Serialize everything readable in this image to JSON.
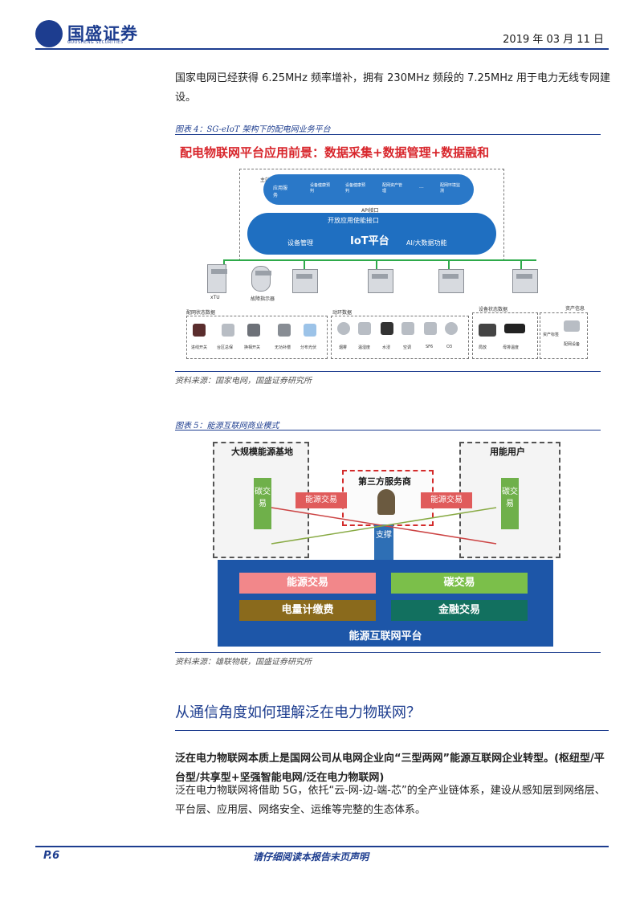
{
  "header": {
    "logo_text": "国盛证券",
    "logo_en": "GUOSHENG SECURITIES",
    "date": "2019 年 03 月 11 日"
  },
  "intro_paragraph": "国家电网已经获得 6.25MHz 频率增补，拥有 230MHz 频段的 7.25MHz 用于电力无线专网建设。",
  "figure4": {
    "caption": "图表 4：SG-eIoT 架构下的配电网业务平台",
    "title": "配电物联网平台应用前景：数据采集+数据管理+数据融和",
    "master_station": "主站",
    "apps": [
      "应用服务",
      "设备健康预判",
      "设备健康预判",
      "配网资产管理",
      "...",
      "配网环境监测"
    ],
    "api_label": "API接口",
    "open_app": "开放应用使能接口",
    "device_mgmt": "设备管理",
    "iot_platform": "IoT平台",
    "ai_label": "AI/大数据功能",
    "xtu": "xTU",
    "fault_indicator": "故障指示器",
    "group_labels": [
      "配网状态数据",
      "动环数据",
      "设备状态数据",
      "资产信息"
    ],
    "dist_items": [
      "进线开关",
      "台区总保",
      "换相开关",
      "无功补偿",
      "分布光伏"
    ],
    "env_items": [
      "烟雾",
      "温湿度",
      "水浸",
      "空调",
      "SF6",
      "O3"
    ],
    "device_items": [
      "局放",
      "母排温度"
    ],
    "asset_items": [
      "资产标签",
      "配网设备"
    ],
    "source": "资料来源：国家电网，国盛证券研究所"
  },
  "figure5": {
    "caption": "图表 5：能源互联网商业模式",
    "large_base": "大规模能源基地",
    "end_users": "用能用户",
    "third_party": "第三方服务商",
    "energy_trade_left": "能源交易",
    "energy_trade_right": "能源交易",
    "carbon_trade_left": "碳交易",
    "carbon_trade_right": "碳交易",
    "support": "支撑",
    "cells": [
      "能源交易",
      "碳交易",
      "电量计缴费",
      "金融交易"
    ],
    "platform": "能源互联网平台",
    "source": "资料来源：雄联物联，国盛证券研究所"
  },
  "section_title": "从通信角度如何理解泛在电力物联网？",
  "body_bold": "泛在电力物联网本质上是国网公司从电网企业向“三型两网”能源互联网企业转型。(枢纽型/平台型/共享型+坚强智能电网/泛在电力物联网)",
  "body_text": "泛在电力物联网将借助 5G，依托“云-网-边-端-芯”的全产业链体系，建设从感知层到网络层、平台层、应用层、网络安全、运维等完整的生态体系。",
  "footer": {
    "page": "P.6",
    "disclaimer": "请仔细阅读本报告末页声明"
  },
  "colors": {
    "brand_blue": "#1d3d8f",
    "title_red": "#d8262c",
    "green": "#2eaa4a"
  }
}
